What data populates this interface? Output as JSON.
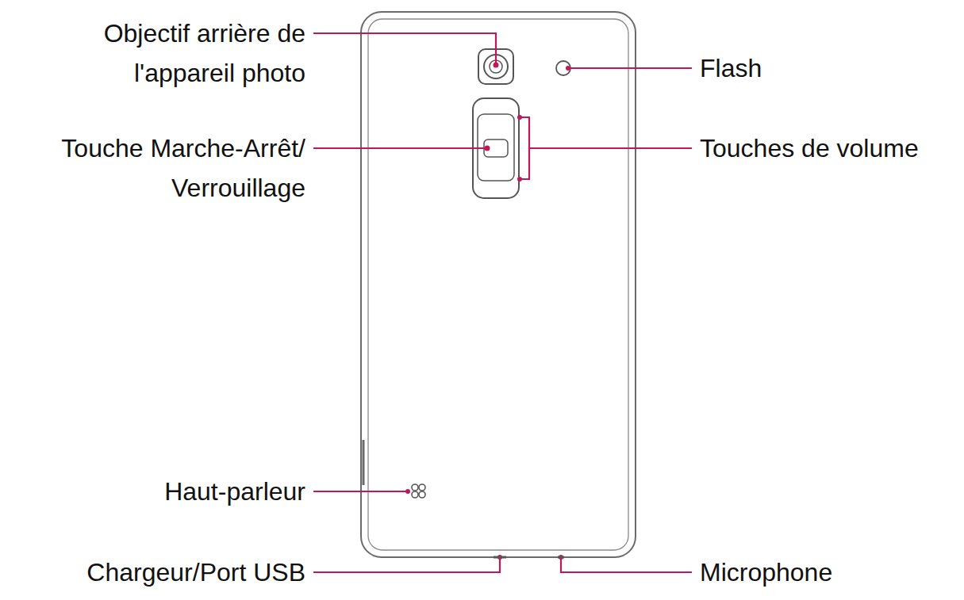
{
  "diagram": {
    "labels": [
      "Objectif arrière de l'appareil photo",
      "Flash",
      "Touche Marche-Arrêt/ Verrouillage",
      "Touches de volume",
      "Haut-parleur",
      "Chargeur/Port USB",
      "Microphone"
    ]
  }
}
